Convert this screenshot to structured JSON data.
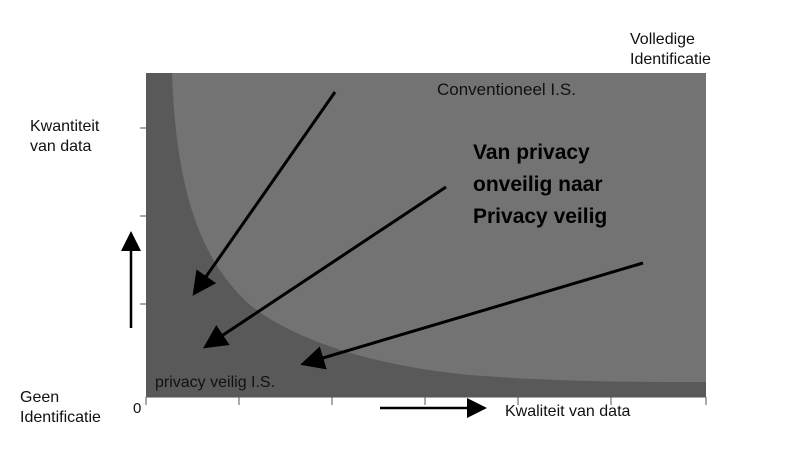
{
  "corner_labels": {
    "full_identification": [
      "Volledige",
      "Identificatie"
    ],
    "no_identification": [
      "Geen",
      "Identificatie"
    ]
  },
  "axes": {
    "y_label": [
      "Kwantiteit",
      "van data"
    ],
    "x_label": "Kwaliteit van data",
    "origin_label": "0"
  },
  "regions": {
    "conventional": "Conventioneel I.S.",
    "privacy_safe": "privacy veilig I.S."
  },
  "headline": [
    "Van privacy",
    "onveilig naar",
    "Privacy veilig"
  ],
  "colors": {
    "dark_region": "#595959",
    "light_region": "#737373",
    "arrows": "#000000",
    "text": "#111111"
  }
}
